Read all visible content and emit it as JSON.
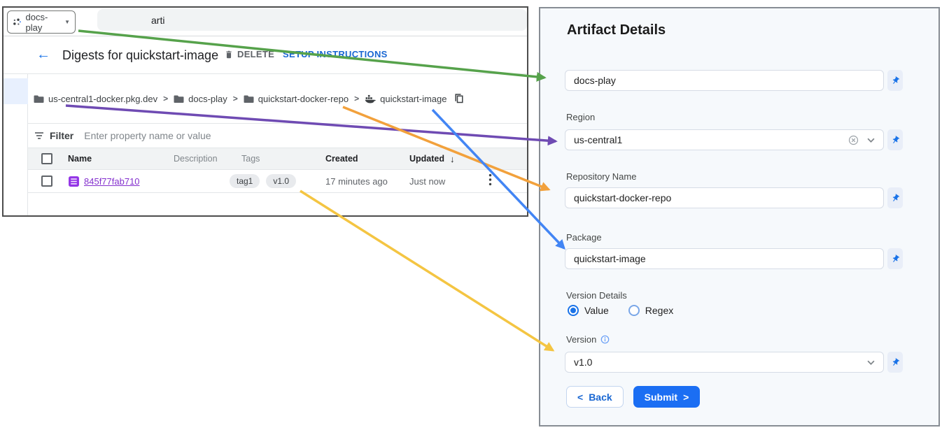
{
  "colors": {
    "accent_blue": "#1a73e8",
    "link_purple": "#8430ce",
    "arrow_green": "#56a24b",
    "arrow_purple": "#6f4bb3",
    "arrow_orange": "#f2a13c",
    "arrow_blue": "#4285f4",
    "arrow_yellow": "#f4c542"
  },
  "console": {
    "project_selector": {
      "label": "docs-play",
      "caret": "▼"
    },
    "search": {
      "value": "arti"
    },
    "header": {
      "back_arrow": "←",
      "title": "Digests for quickstart-image",
      "delete_label": "DELETE",
      "setup_label": "SETUP INSTRUCTIONS"
    },
    "breadcrumb": {
      "separator": ">",
      "items": [
        {
          "label": "us-central1-docker.pkg.dev",
          "icon": "folder-icon"
        },
        {
          "label": "docs-play",
          "icon": "folder-icon"
        },
        {
          "label": "quickstart-docker-repo",
          "icon": "folder-icon"
        },
        {
          "label": "quickstart-image",
          "icon": "container-image-icon"
        }
      ]
    },
    "filter": {
      "label": "Filter",
      "placeholder": "Enter property name or value"
    },
    "table": {
      "columns": [
        "Name",
        "Description",
        "Tags",
        "Created",
        "Updated"
      ],
      "sort_arrow": "↓",
      "rows": [
        {
          "name": "845f77fab710",
          "description": "",
          "tags": [
            "tag1",
            "v1.0"
          ],
          "created": "17 minutes ago",
          "updated": "Just now"
        }
      ]
    }
  },
  "form": {
    "title": "Artifact Details",
    "fields": {
      "project": {
        "value": "docs-play"
      },
      "region": {
        "label": "Region",
        "value": "us-central1"
      },
      "repository": {
        "label": "Repository Name",
        "value": "quickstart-docker-repo"
      },
      "package": {
        "label": "Package",
        "value": "quickstart-image"
      },
      "version": {
        "label": "Version",
        "value": "v1.0"
      }
    },
    "version_details": {
      "label": "Version Details",
      "options": [
        "Value",
        "Regex"
      ],
      "selected": "Value"
    },
    "buttons": {
      "back_chevron": "<",
      "back": "Back",
      "submit": "Submit",
      "submit_chevron": ">"
    }
  },
  "arrows": [
    {
      "from": "project-selector",
      "to": "form-project-field",
      "color": "#56a24b"
    },
    {
      "from": "breadcrumb-registry-host",
      "to": "form-region-field",
      "color": "#6f4bb3"
    },
    {
      "from": "breadcrumb-repository",
      "to": "form-repository-field",
      "color": "#f2a13c"
    },
    {
      "from": "breadcrumb-package",
      "to": "form-package-field",
      "color": "#4285f4"
    },
    {
      "from": "tag-v1-chip",
      "to": "form-version-field",
      "color": "#f4c542"
    }
  ]
}
